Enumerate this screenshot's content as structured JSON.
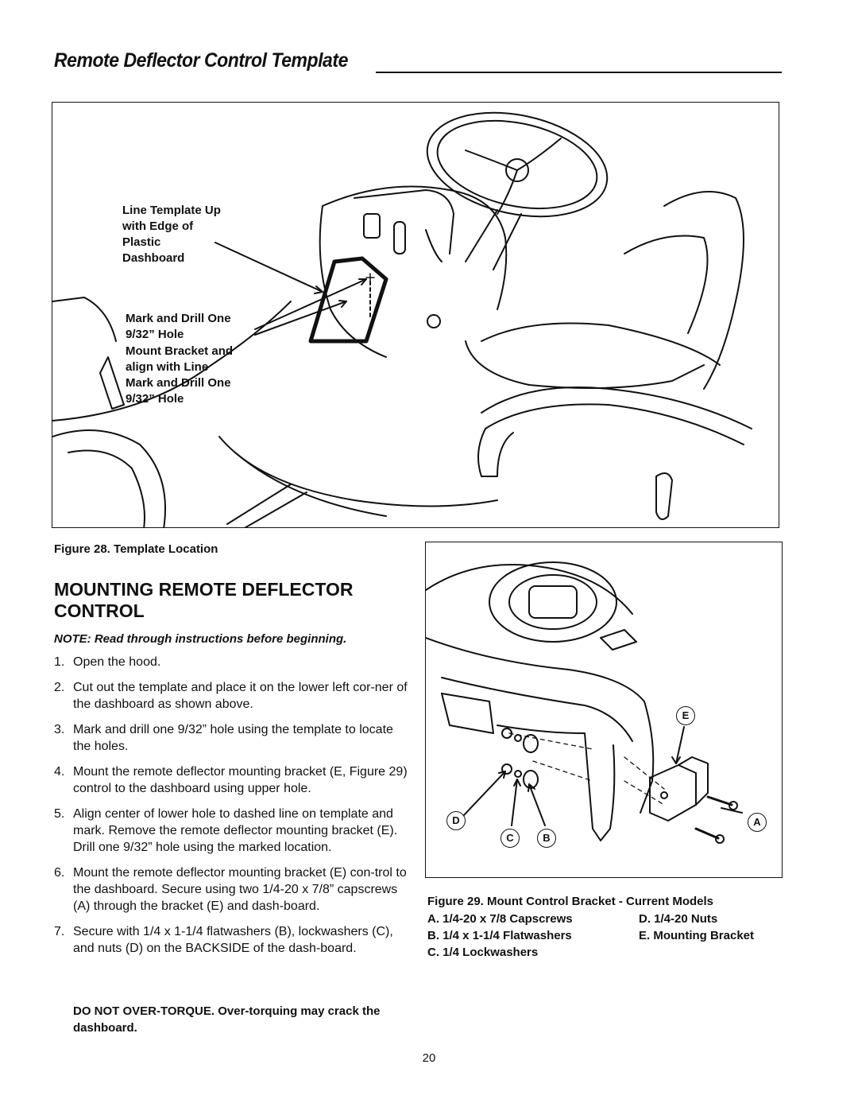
{
  "header": {
    "title": "Remote Deflector Control Template"
  },
  "figure28": {
    "callouts": {
      "line_template": [
        "Line Template Up",
        "with Edge of",
        "Plastic",
        "Dashboard"
      ],
      "mark_drill_1": [
        "Mark and Drill One",
        "9/32” Hole"
      ],
      "mount_bracket": [
        "Mount Bracket and",
        "align with Line"
      ],
      "mark_drill_2": [
        "Mark and Drill One",
        "9/32” Hole"
      ]
    },
    "caption": "Figure 28. Template Location"
  },
  "section": {
    "heading": "MOUNTING REMOTE DEFLECTOR CONTROL",
    "note": "NOTE: Read through instructions before beginning.",
    "steps": [
      {
        "num": "1.",
        "text": "Open the hood."
      },
      {
        "num": "2.",
        "text": "Cut out the template and place it on the lower left cor-ner of the dashboard as shown above."
      },
      {
        "num": "3.",
        "text": "Mark and drill one 9/32” hole using the template to locate the holes."
      },
      {
        "num": "4.",
        "text": "Mount the remote deflector mounting bracket (E, Figure 29) control to the dashboard using upper hole."
      },
      {
        "num": "5.",
        "text": "Align center of lower hole to dashed line on template and mark.  Remove the remote deflector mounting bracket (E).  Drill one 9/32” hole using the marked location."
      },
      {
        "num": "6.",
        "text": "Mount the remote deflector mounting bracket (E) con-trol to the dashboard.  Secure using two 1/4-20 x 7/8” capscrews (A) through the bracket (E) and dash-board."
      },
      {
        "num": "7.",
        "text": "Secure with 1/4 x 1-1/4 flatwashers (B), lockwashers (C), and nuts (D) on the BACKSIDE of the dash-board."
      }
    ],
    "warning": "DO NOT OVER-TORQUE.  Over-torquing may crack the dashboard."
  },
  "figure29": {
    "labels": {
      "A": "A",
      "B": "B",
      "C": "C",
      "D": "D",
      "E": "E"
    },
    "caption": "Figure 29.  Mount Control Bracket - Current Models",
    "parts": {
      "A": "A.  1/4-20 x 7/8 Capscrews",
      "B": "B.  1/4 x 1-1/4 Flatwashers",
      "C": "C.  1/4 Lockwashers",
      "D": "D.  1/4-20 Nuts",
      "E": "E.  Mounting Bracket"
    }
  },
  "page_number": "20"
}
